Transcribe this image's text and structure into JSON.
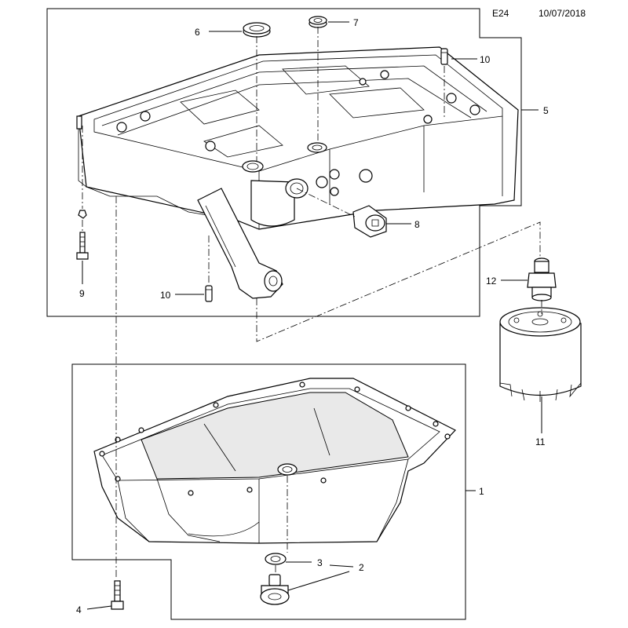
{
  "header": {
    "code": "E24",
    "date": "10/07/2018"
  },
  "callouts": {
    "c1": "1",
    "c2": "2",
    "c3": "3",
    "c4": "4",
    "c5": "5",
    "c6": "6",
    "c7": "7",
    "c8": "8",
    "c9": "9",
    "c10a": "10",
    "c10b": "10",
    "c11": "11",
    "c12": "12"
  }
}
